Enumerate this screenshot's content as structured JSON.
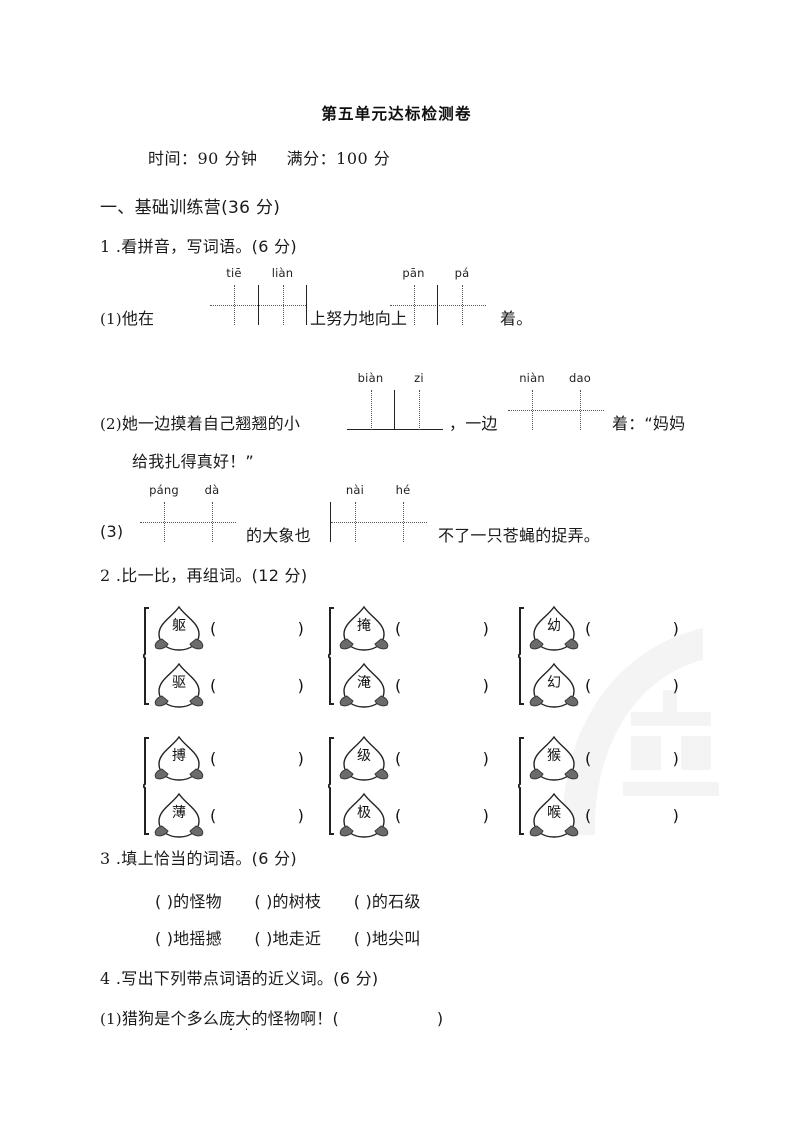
{
  "document": {
    "title": "第五单元达标检测卷",
    "meta": {
      "time_label": "时间：90 分钟",
      "score_label": "满分：100 分"
    }
  },
  "sections": [
    {
      "id": "section-1",
      "heading": "一、基础训练营(36 分)"
    }
  ],
  "questions": {
    "q1": {
      "heading_num": "1 .",
      "heading_text": "看拼音，写词语。(6 分)",
      "items": [
        {
          "index": "(1)",
          "text_before": "他在",
          "grid_a": {
            "pinyin": [
              "tiē",
              "liàn"
            ],
            "style": "solid"
          },
          "text_middle": "上努力地向上",
          "grid_b": {
            "pinyin": [
              "pān",
              "pá"
            ],
            "style": "dotted"
          },
          "text_after": "着。"
        },
        {
          "index": "(2)",
          "text_before": "她一边摸着自己翘翘的小",
          "grid_a": {
            "pinyin": [
              "biàn",
              "zi"
            ],
            "style": "underline"
          },
          "text_middle": "，一边",
          "grid_b": {
            "pinyin": [
              "niàn",
              "dao"
            ],
            "style": "dotted"
          },
          "text_after": "着：“妈妈",
          "continuation": "给我扎得真好！”"
        },
        {
          "index": "(3)",
          "text_before": "",
          "grid_a": {
            "pinyin": [
              "páng",
              "dà"
            ],
            "style": "dotted"
          },
          "text_middle": "的大象也",
          "grid_b": {
            "pinyin": [
              "nài",
              "hé"
            ],
            "style": "dotted"
          },
          "text_after": "不了一只苍蝇的捉弄。"
        }
      ]
    },
    "q2": {
      "heading_num": "2 .",
      "heading_text": "比一比，再组词。(12 分)",
      "columns": [
        {
          "pairs": [
            [
              "躯",
              "驱"
            ],
            [
              "搏",
              "薄"
            ]
          ]
        },
        {
          "pairs": [
            [
              "掩",
              "淹"
            ],
            [
              "级",
              "极"
            ]
          ]
        },
        {
          "pairs": [
            [
              "幼",
              "幻"
            ],
            [
              "猴",
              "喉"
            ]
          ]
        }
      ],
      "answer_bracket": "(                )"
    },
    "q3": {
      "heading_num": "3 .",
      "heading_text": "填上恰当的词语。(6 分)",
      "rows": [
        [
          {
            "blank": "(            )",
            "word": "的怪物"
          },
          {
            "blank": "(            )",
            "word": "的树枝"
          },
          {
            "blank": "(            )",
            "word": "的石级"
          }
        ],
        [
          {
            "blank": "(            )",
            "word": "地摇撼"
          },
          {
            "blank": "(            )",
            "word": "地走近"
          },
          {
            "blank": "(            )",
            "word": "地尖叫"
          }
        ]
      ]
    },
    "q4": {
      "heading_num": "4 .",
      "heading_text": "写出下列带点词语的近义词。(6 分)",
      "items": [
        {
          "index": "(1)",
          "text_before": "猎狗是个多么",
          "emphasis": "庞大",
          "text_after": "的怪物啊！(",
          "blank_close": ")"
        }
      ]
    }
  },
  "colors": {
    "ink": "#111111",
    "rule": "#222222",
    "watermark": "#9aa0a6"
  }
}
